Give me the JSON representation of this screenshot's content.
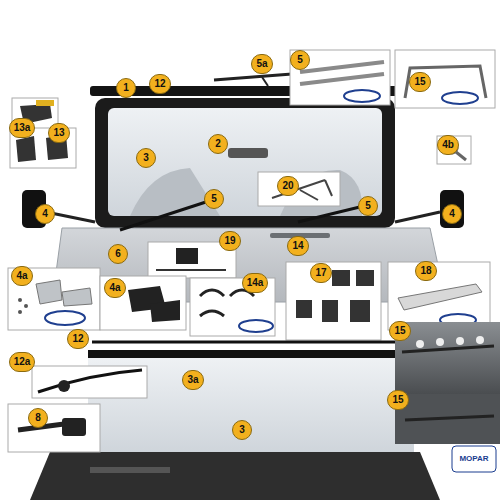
{
  "diagram": {
    "labels": [
      "1",
      "12",
      "5a",
      "5",
      "15",
      "13a",
      "13",
      "2",
      "3",
      "4b",
      "20",
      "4",
      "5",
      "5",
      "4",
      "6",
      "19",
      "14",
      "14a",
      "17",
      "18",
      "4a",
      "4a",
      "12",
      "12a",
      "3a",
      "3",
      "15",
      "8",
      "15",
      "MOPAR"
    ]
  }
}
